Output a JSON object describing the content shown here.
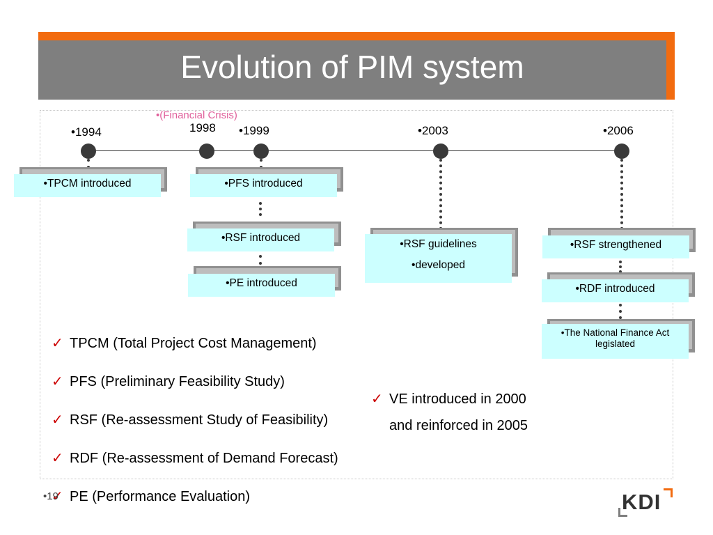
{
  "title": "Evolution of PIM system",
  "timeline": {
    "crisis_label": "•(Financial Crisis)",
    "years": {
      "y1994": "•1994",
      "y1998": "1998",
      "y1999": "•1999",
      "y2003": "•2003",
      "y2006": "•2006"
    },
    "events": {
      "tpcm": "•TPCM introduced",
      "pfs": "•PFS introduced",
      "rsf": "•RSF introduced",
      "pe": "•PE introduced",
      "rsf_guidelines_line1": "•RSF guidelines",
      "rsf_guidelines_line2": "•developed",
      "rsf_strengthened": "•RSF strengthened",
      "rdf": "•RDF introduced",
      "nfa_line1": "•The National Finance Act",
      "nfa_line2": "legislated"
    }
  },
  "abbreviations": [
    "TPCM (Total Project Cost Management)",
    "PFS (Preliminary Feasibility Study)",
    "RSF (Re-assessment Study of Feasibility)",
    "RDF (Re-assessment of Demand Forecast)",
    "PE (Performance Evaluation)"
  ],
  "note": {
    "line1": "VE introduced in 2000",
    "line2": "and reinforced in 2005"
  },
  "check_glyph": "✓",
  "page_number": "•19",
  "logo": "KDI",
  "colors": {
    "accent": "#f26b0f",
    "title_bar": "#7f7f7f",
    "box_fill": "#ccffff",
    "check": "#cc0000",
    "crisis": "#e0609b"
  }
}
